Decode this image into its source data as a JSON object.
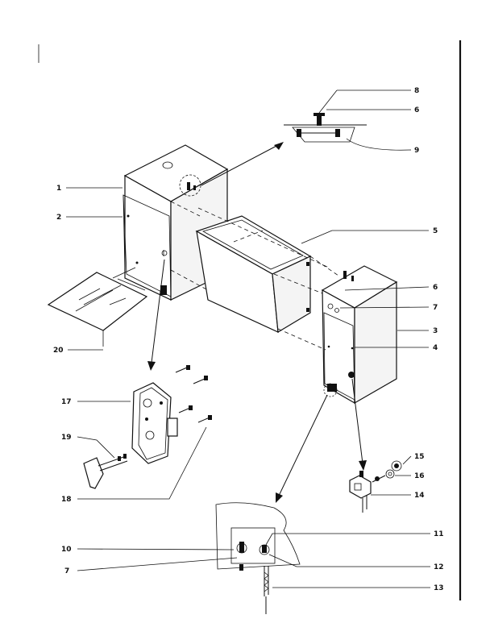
{
  "callouts": {
    "c1": "1",
    "c2": "2",
    "c3": "3",
    "c4": "4",
    "c5": "5",
    "c6a": "6",
    "c6b": "6",
    "c7a": "7",
    "c7b": "7",
    "c8": "8",
    "c9": "9",
    "c10": "10",
    "c11": "11",
    "c12": "12",
    "c13": "13",
    "c14": "14",
    "c15": "15",
    "c16": "16",
    "c17": "17",
    "c18": "18",
    "c19": "19",
    "c20": "20"
  }
}
